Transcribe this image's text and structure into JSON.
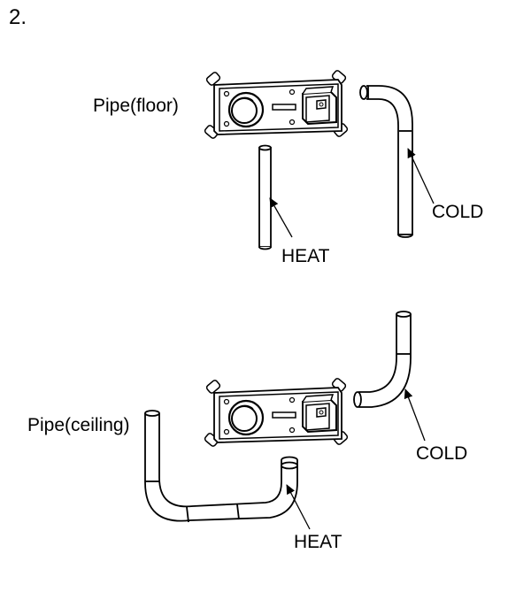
{
  "step_number": "2.",
  "top_diagram": {
    "pipe_label": "Pipe(floor)",
    "heat_label": "HEAT",
    "cold_label": "COLD"
  },
  "bottom_diagram": {
    "pipe_label": "Pipe(ceiling)",
    "heat_label": "HEAT",
    "cold_label": "COLD"
  },
  "colors": {
    "line": "#000000",
    "background": "#ffffff"
  }
}
